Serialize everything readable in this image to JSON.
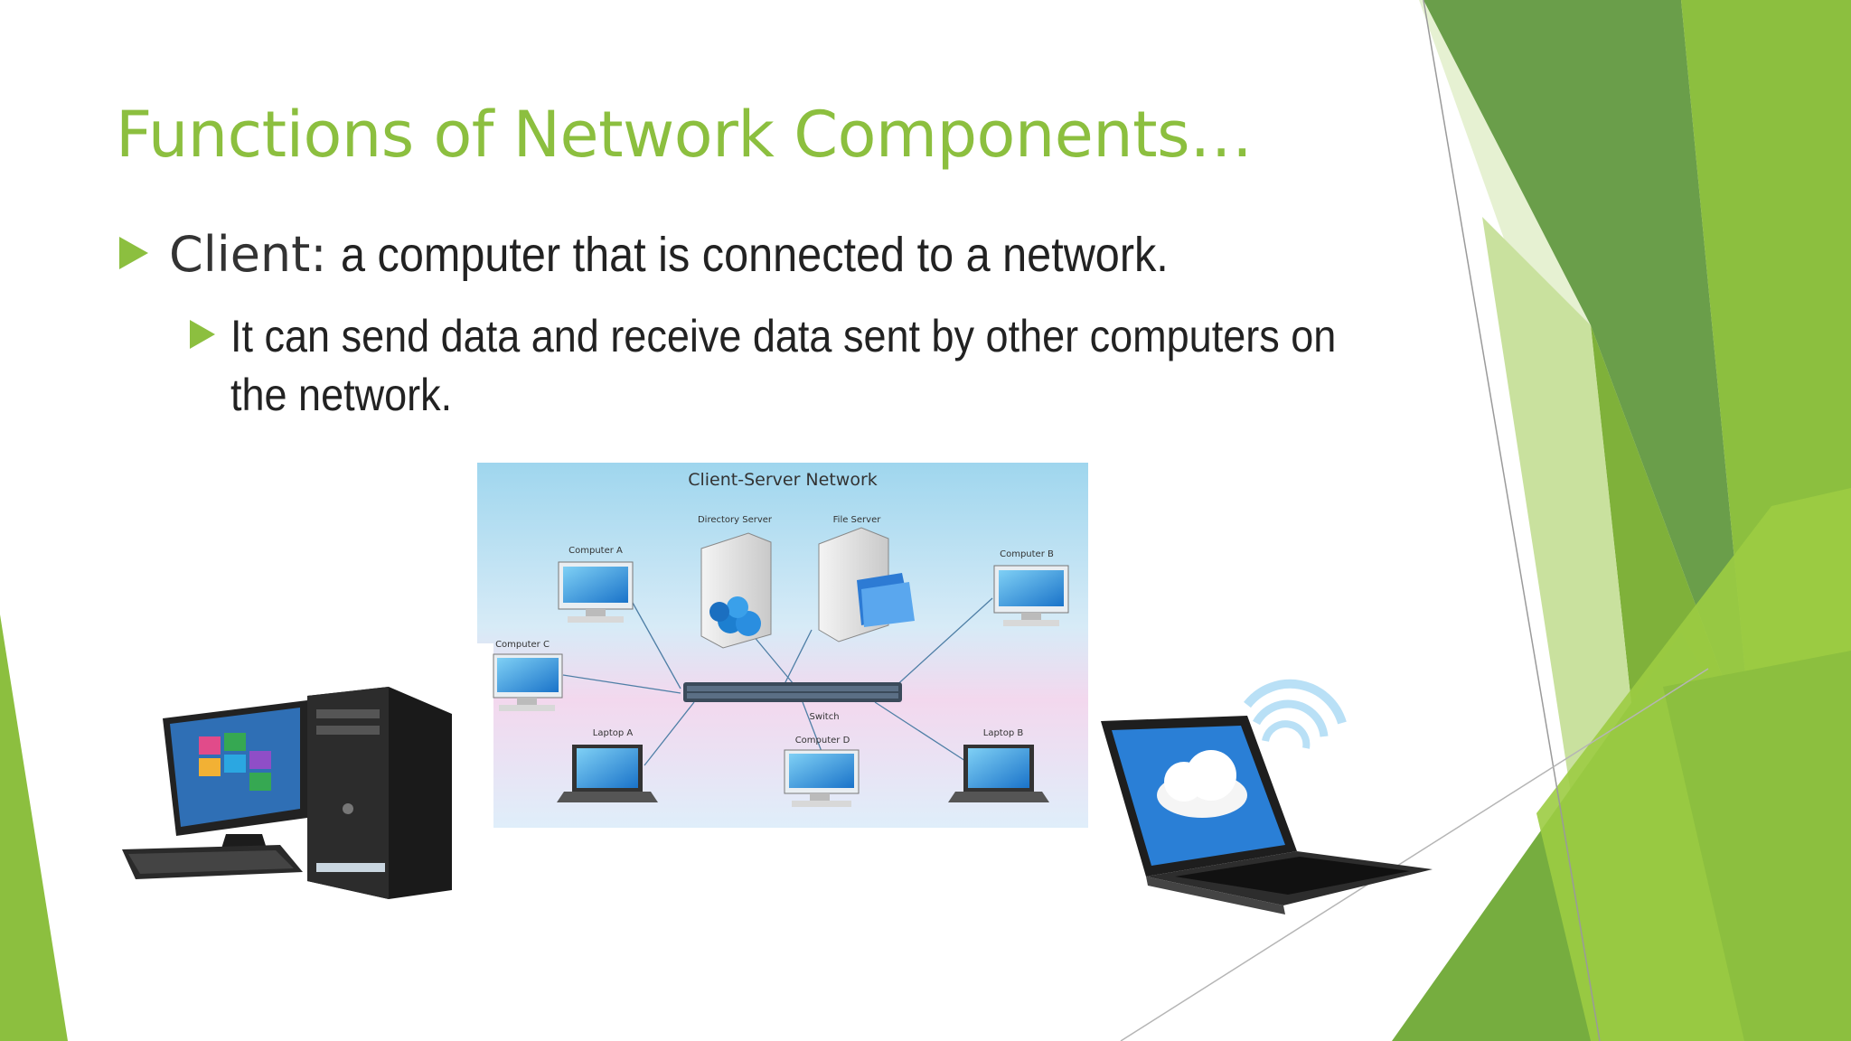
{
  "slide": {
    "title": "Functions of Network Components…",
    "bullet_1": {
      "term": "Client:",
      "text": "a computer that is connected to a network."
    },
    "bullet_2": {
      "line_1": "It can send data and receive data sent by other computers on",
      "line_2": "the network."
    }
  },
  "diagram": {
    "title": "Client-Server Network",
    "labels": {
      "directory_server": "Directory Server",
      "file_server": "File Server",
      "computer_a": "Computer A",
      "computer_b": "Computer B",
      "computer_c": "Computer C",
      "computer_d": "Computer D",
      "laptop_a": "Laptop A",
      "laptop_b": "Laptop B",
      "switch": "Switch"
    }
  },
  "theme": {
    "accent": "#8cbf3f",
    "accent_dark": "#5f9a3a",
    "accent_light": "#cfe5a6"
  },
  "icons": [
    "bullet-arrow-icon",
    "desktop-computer-icon",
    "laptop-cloud-icon"
  ]
}
